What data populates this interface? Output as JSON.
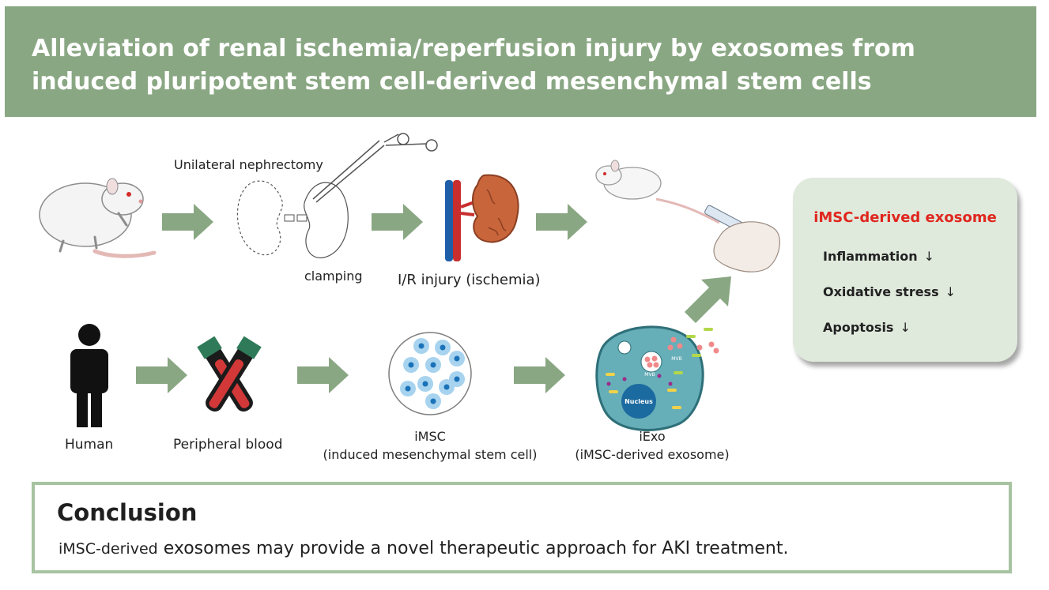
{
  "title": "Alleviation of renal ischemia/reperfusion injury by exosomes from induced pluripotent stem cell-derived mesenchymal stem cells",
  "top_row": {
    "nephrectomy_label": "Unilateral nephrectomy",
    "clamping_label": "clamping",
    "injury_label": "I/R injury (ischemia)"
  },
  "bottom_row": {
    "human_label": "Human",
    "blood_label": "Peripheral blood",
    "imsc_label": "iMSC",
    "imsc_sub": "(induced mesenchymal stem cell)",
    "iexo_label": "iExo",
    "iexo_sub": "(iMSC-derived exosome)",
    "mvb_label": "MVB",
    "nucleus_label": "Nucleus"
  },
  "result": {
    "title": "iMSC-derived exosome",
    "items": [
      {
        "label": "Inflammation",
        "arrow": "↓"
      },
      {
        "label": "Oxidative stress",
        "arrow": "↓"
      },
      {
        "label": "Apoptosis",
        "arrow": "↓"
      }
    ]
  },
  "conclusion": {
    "heading": "Conclusion",
    "text_prefix": "iMSC-derived",
    "text_rest": " exosomes may provide a novel therapeutic approach for AKI treatment."
  },
  "colors": {
    "header_bg": "#8aa783",
    "arrow": "#8aa783",
    "result_bg": "#dfe9dc",
    "result_title": "#e0261e",
    "conclusion_border": "#a7c3a1"
  },
  "icons": [
    "rat-icon",
    "kidney-clamp-icon",
    "kidney-vessel-icon",
    "mouse-injection-icon",
    "human-icon",
    "blood-tube-icon",
    "cell-dish-icon",
    "exosome-cell-icon",
    "arrow-icon"
  ]
}
